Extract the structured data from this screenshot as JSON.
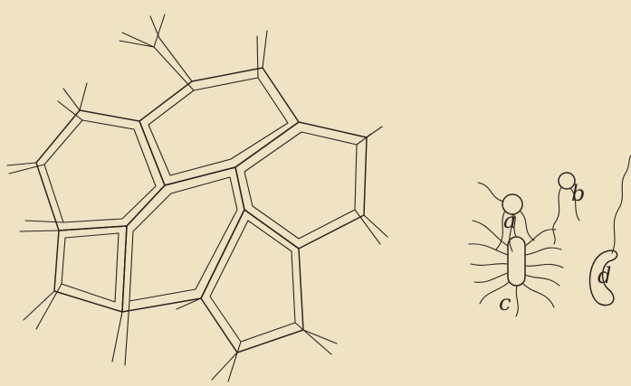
{
  "figure": {
    "labels": {
      "a": "a",
      "b": "b",
      "c": "c",
      "d": "d"
    },
    "ink_color": "#2c2620",
    "paper_color": "#efe3c4"
  }
}
